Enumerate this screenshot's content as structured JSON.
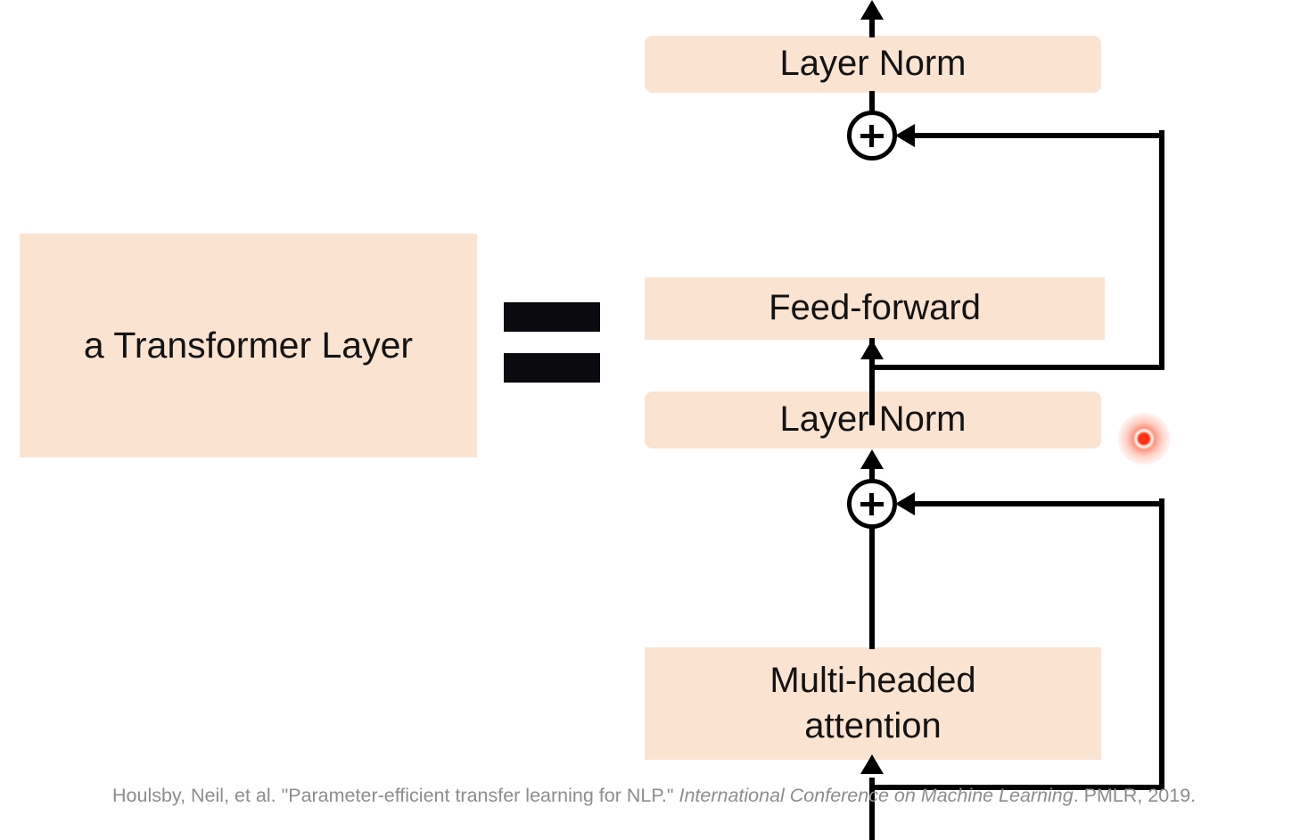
{
  "diagram": {
    "title": "a Transformer Layer decomposition",
    "left_block": {
      "label": "a Transformer Layer"
    },
    "equals_symbol": "=",
    "blocks": [
      {
        "id": "layer-norm-top",
        "label": "Layer Norm"
      },
      {
        "id": "feed-forward",
        "label": "Feed-forward"
      },
      {
        "id": "layer-norm-bottom",
        "label": "Layer Norm"
      },
      {
        "id": "multi-headed-attention",
        "label_line1": "Multi-headed",
        "label_line2": "attention"
      }
    ],
    "operators": [
      {
        "id": "residual-add-top",
        "symbol": "+"
      },
      {
        "id": "residual-add-bottom",
        "symbol": "+"
      }
    ],
    "colors": {
      "block_fill": "#fbe3d2",
      "wire": "#000000",
      "equals_bar": "#0a0a0f",
      "laser_dot": "#ff2800",
      "citation_text": "#8d8d8d",
      "background": "#ffffff"
    },
    "annotations": [
      {
        "id": "laser-pointer",
        "kind": "laser-dot"
      }
    ]
  },
  "citation": {
    "part1": "Houlsby, Neil, et al. \"Parameter-efficient transfer learning for NLP.\" ",
    "italic": "International Conference on Machine Learning",
    "part2": ". PMLR, 2019."
  }
}
